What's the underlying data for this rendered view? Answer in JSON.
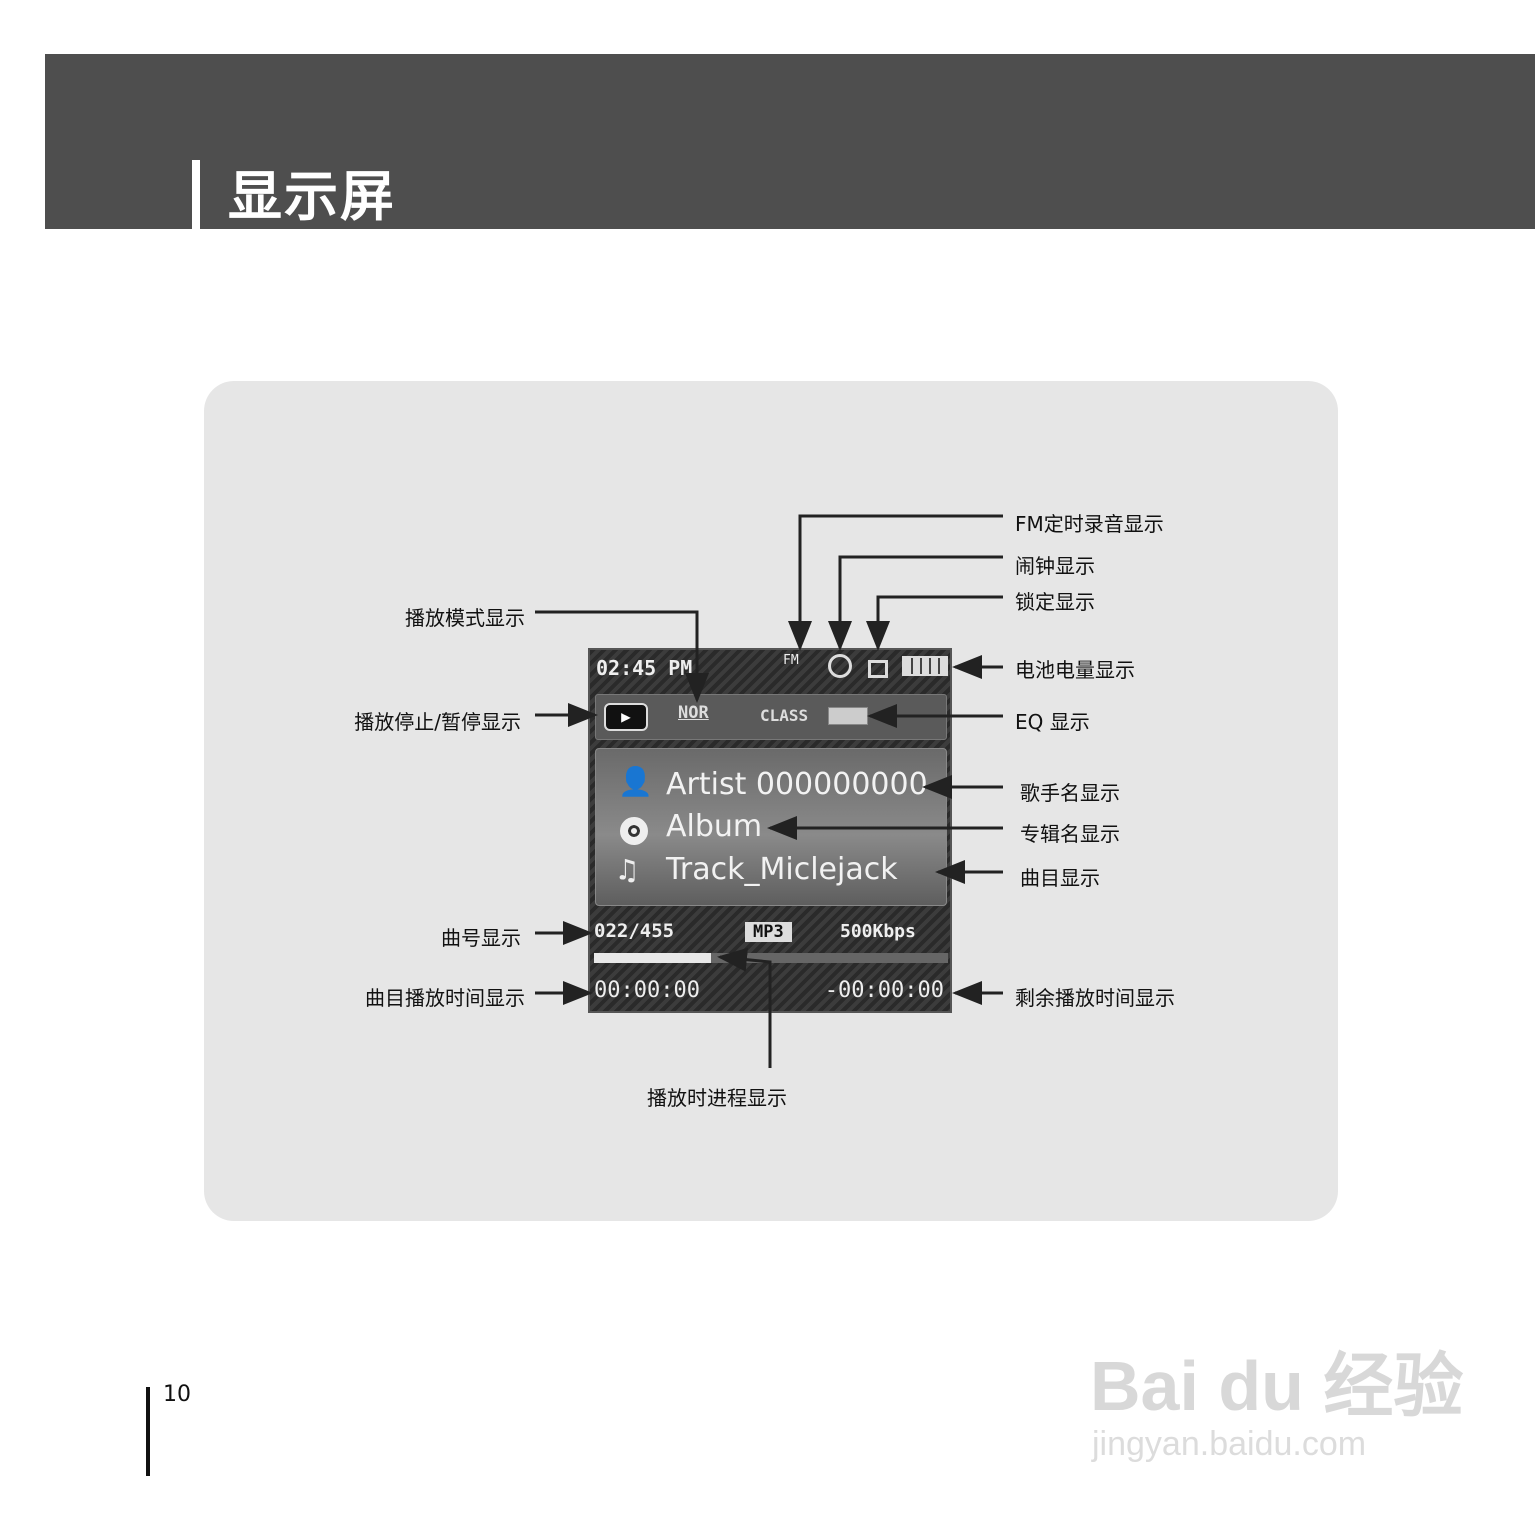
{
  "header": {
    "title": "显示屏"
  },
  "labels": {
    "fm_record": "FM定时录音显示",
    "alarm": "闹钟显示",
    "lock": "锁定显示",
    "battery": "电池电量显示",
    "eq": "EQ 显示",
    "artist": "歌手名显示",
    "album": "专辑名显示",
    "track": "曲目显示",
    "remaining": "剩余播放时间显示",
    "play_mode": "播放模式显示",
    "play_state": "播放停止/暂停显示",
    "track_number": "曲号显示",
    "elapsed": "曲目播放时间显示",
    "progress": "播放时进程显示"
  },
  "screen": {
    "clock": "02:45 PM",
    "fm": "FM",
    "icons": [
      "clock-icon",
      "lock-icon",
      "battery-icon",
      "play-icon",
      "person-icon",
      "disc-icon",
      "music-note-icon"
    ],
    "mode": "NOR",
    "eq": "CLASS",
    "artist": "Artist 000000000",
    "album": "Album",
    "track": "Track_Miclejack",
    "track_count": "022/455",
    "format": "MP3",
    "bitrate": "500Kbps",
    "progress": 0.33,
    "elapsed": "00:00:00",
    "remaining": "-00:00:00"
  },
  "footer": {
    "page_number": "10"
  },
  "watermark": {
    "logo": "Bai du 经验",
    "url": "jingyan.baidu.com"
  }
}
